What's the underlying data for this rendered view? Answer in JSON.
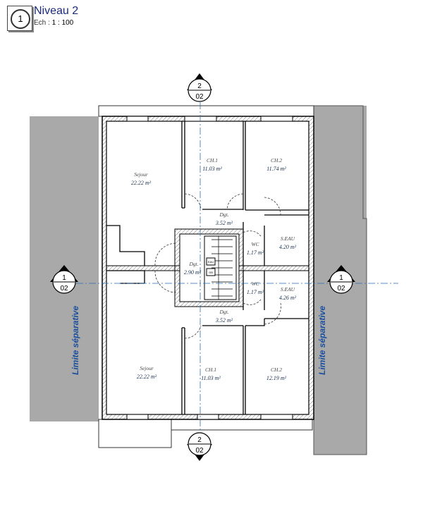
{
  "header": {
    "marker": "1",
    "title": "Niveau 2",
    "scale_label": "Ech :",
    "scale_value": "1 : 100"
  },
  "colors": {
    "neighbor_fill": "#a9a9a9",
    "axis_line": "#2a6fb0",
    "label_blue": "#1a4fa0"
  },
  "sections": {
    "top": {
      "num": "2",
      "sheet": "02"
    },
    "bottom": {
      "num": "2",
      "sheet": "02"
    },
    "left": {
      "num": "1",
      "sheet": "02"
    },
    "right": {
      "num": "1",
      "sheet": "02"
    }
  },
  "limits": {
    "left": "Limite séparative",
    "right": "Limite séparative"
  },
  "rooms_upper": [
    {
      "name": "Sejour",
      "area": "22.22 m²"
    },
    {
      "name": "CH.1",
      "area": "11.03 m²"
    },
    {
      "name": "CH.2",
      "area": "11.74 m²"
    },
    {
      "name": "Dgt.",
      "area": "3.52 m²"
    },
    {
      "name": "WC",
      "area": "1.17 m²"
    },
    {
      "name": "S.EAU",
      "area": "4.20 m²"
    }
  ],
  "rooms_middle": [
    {
      "name": "Dgt.",
      "area": "2.90 m²"
    }
  ],
  "rooms_lower": [
    {
      "name": "WC",
      "area": "1.17 m²"
    },
    {
      "name": "S.EAU",
      "area": "4.26 m²"
    },
    {
      "name": "Dgt.",
      "area": "3.52 m²"
    },
    {
      "name": "Sejour",
      "area": "22.22 m²"
    },
    {
      "name": "CH.1",
      "area": "11.03 m²"
    },
    {
      "name": "CH.2",
      "area": "12.19 m²"
    }
  ],
  "stair_labels": [
    "EAU",
    "GB"
  ]
}
